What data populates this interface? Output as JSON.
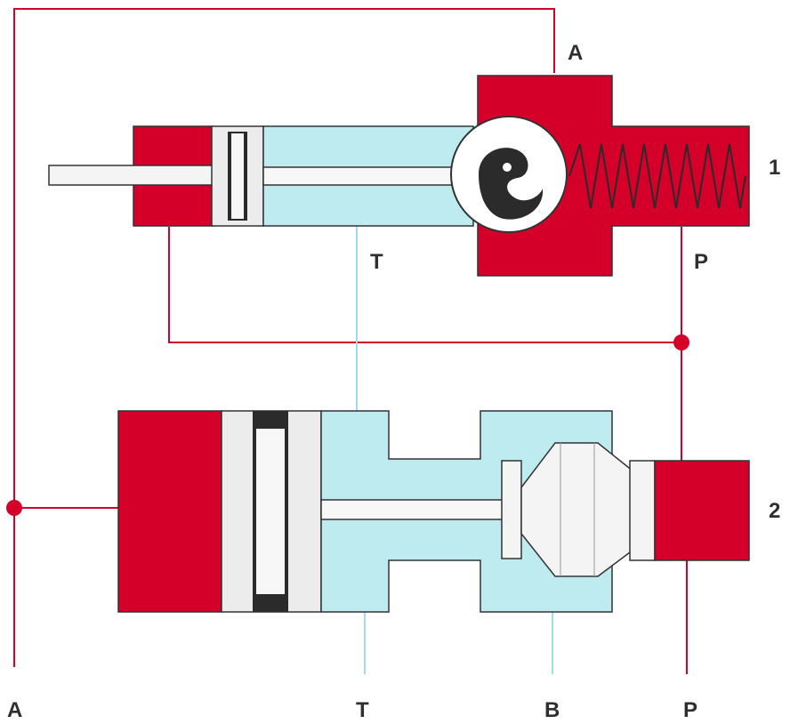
{
  "labels": {
    "top_port_a": "A",
    "top_port_t": "T",
    "top_port_p": "P",
    "valve_1_number": "1",
    "valve_2_number": "2",
    "bottom_port_a": "A",
    "bottom_port_t": "T",
    "bottom_port_b": "B",
    "bottom_port_p": "P"
  },
  "colors": {
    "pressure_red": "#d5002a",
    "tank_cyan": "#bdebef",
    "line_red": "#d5002a",
    "line_cyan": "#9fdde8",
    "spool_gray": "#ececec",
    "seal_dark": "#2b2b2b"
  }
}
